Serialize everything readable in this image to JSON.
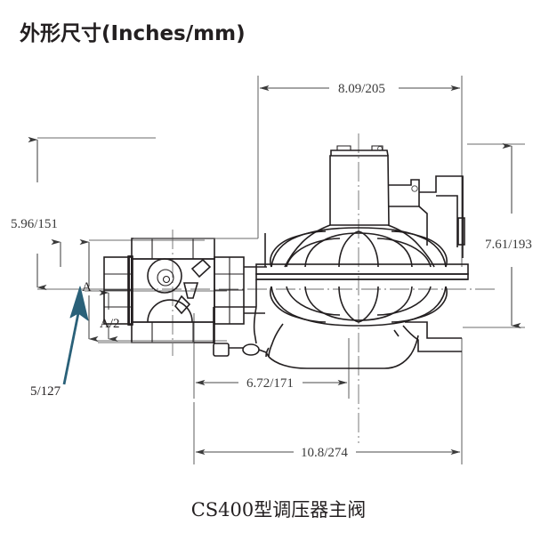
{
  "drawing": {
    "title": "外形尺寸(Inches/mm)",
    "caption": "CS400型调压器主阀",
    "units_note": "Inches/mm",
    "accent_color": "#2a6179",
    "line_color": "#231f20",
    "background_color": "#ffffff",
    "dimensions": {
      "top_width": "8.09/205",
      "left_height": "5.96/151",
      "right_height": "7.61/193",
      "bottom_inner_width": "6.72/171",
      "bottom_overall_width": "10.8/274"
    },
    "callouts": {
      "a_label": "A",
      "a_half_label": "A/2",
      "leader_label": "5/127"
    }
  }
}
